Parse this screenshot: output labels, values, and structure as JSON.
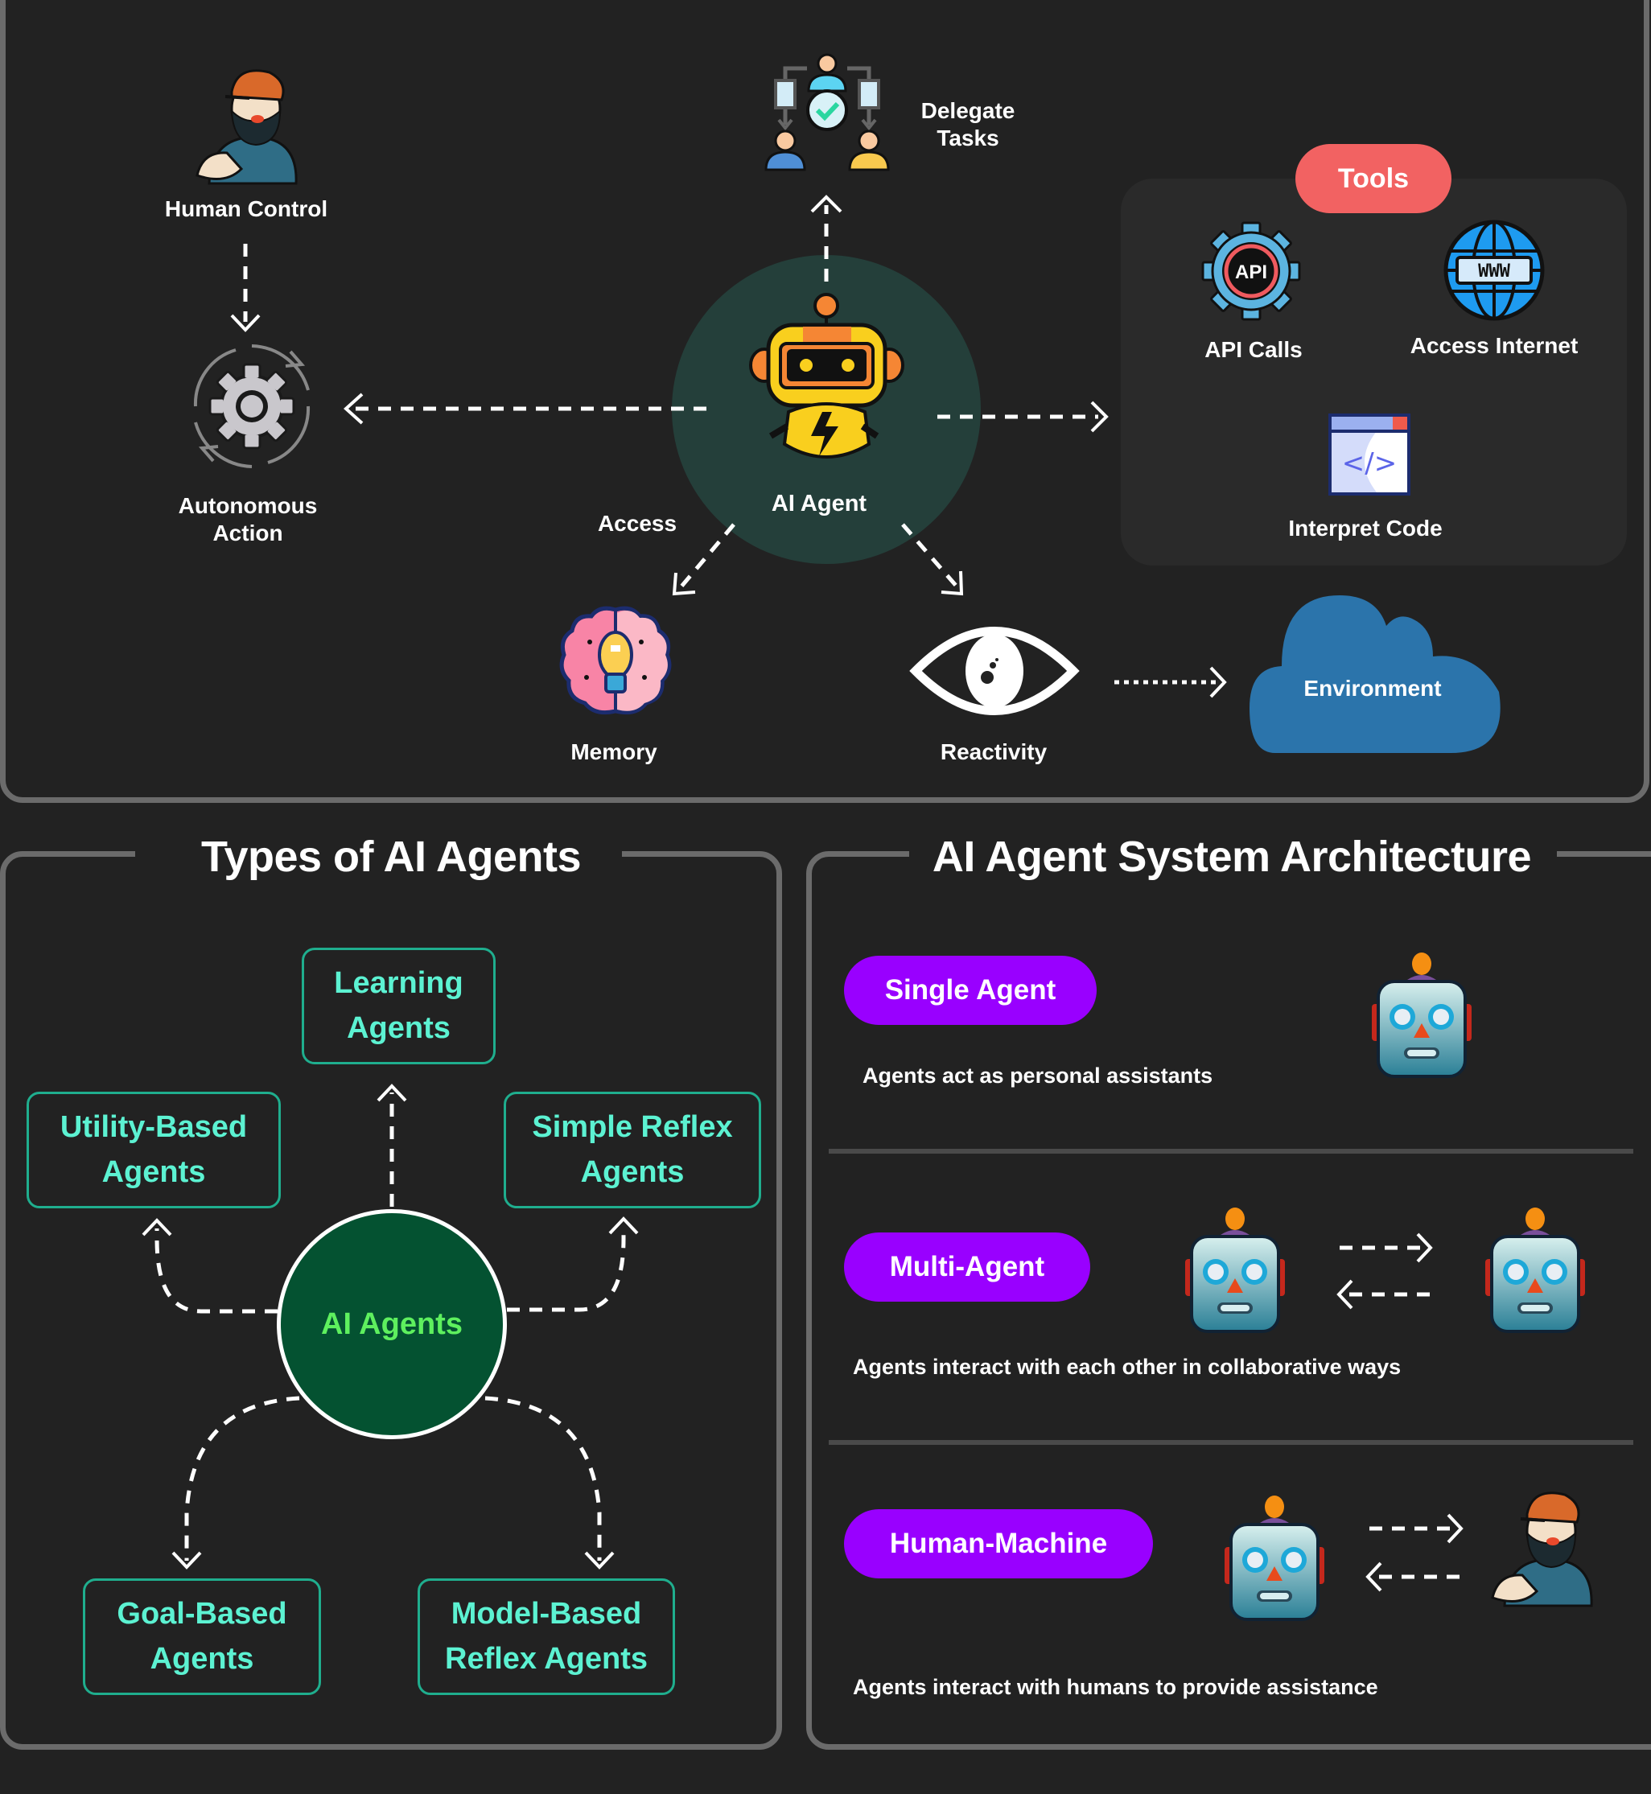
{
  "top": {
    "human_control": "Human Control",
    "autonomous_action": [
      "Autonomous",
      "Action"
    ],
    "delegate_tasks": [
      "Delegate",
      "Tasks"
    ],
    "ai_agent": "AI Agent",
    "access": "Access",
    "memory": "Memory",
    "reactivity": "Reactivity",
    "environment": "Environment",
    "tools": {
      "title": "Tools",
      "items": [
        {
          "label": "API Calls",
          "icon": "api-gear-icon",
          "icon_text": "API"
        },
        {
          "label": "Access Internet",
          "icon": "globe-www-icon",
          "icon_text": "WWW"
        },
        {
          "label": "Interpret Code",
          "icon": "code-window-icon",
          "icon_text": "</>"
        }
      ]
    }
  },
  "types": {
    "title": "Types of AI Agents",
    "center": "AI Agents",
    "boxes": {
      "learning": [
        "Learning",
        "Agents"
      ],
      "utility": [
        "Utility-Based",
        "Agents"
      ],
      "simple_reflex": [
        "Simple Reflex",
        "Agents"
      ],
      "goal": [
        "Goal-Based",
        "Agents"
      ],
      "model": [
        "Model-Based",
        "Reflex Agents"
      ]
    }
  },
  "architecture": {
    "title": "AI Agent System Architecture",
    "rows": [
      {
        "pill": "Single Agent",
        "desc": "Agents act as personal assistants"
      },
      {
        "pill": "Multi-Agent",
        "desc": "Agents interact with each other in collaborative ways"
      },
      {
        "pill": "Human-Machine",
        "desc": "Agents interact with humans to provide assistance"
      }
    ]
  },
  "colors": {
    "background": "#222222",
    "panel_border": "#6b6b6b",
    "agent_circle": "#243f3a",
    "tools_box": "#2a2a2a",
    "tools_pill": "#f26262",
    "cloud": "#2b74ab",
    "type_box_border": "#1fae8e",
    "type_box_text": "#5cf2d2",
    "types_center_fill": "#045231",
    "types_center_text": "#5ef05e",
    "arch_pill": "#9900ff"
  }
}
